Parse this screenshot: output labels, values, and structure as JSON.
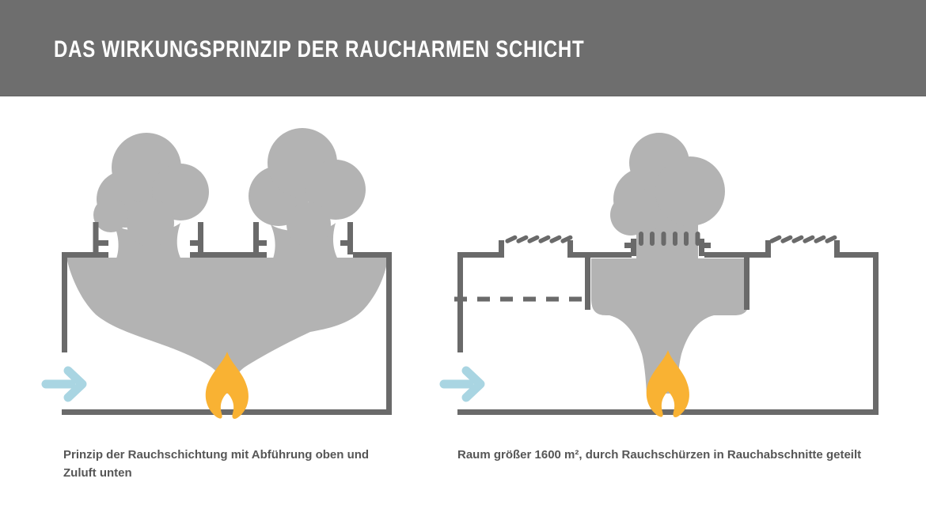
{
  "header": {
    "title": "DAS WIRKUNGSPRINZIP DER RAUCHARMEN SCHICHT",
    "background_color": "#6e6e6e",
    "title_color": "#ffffff"
  },
  "colors": {
    "outline": "#6a6a6a",
    "smoke": "#b3b3b3",
    "flame": "#f9b233",
    "arrow": "#a9d5e2",
    "caption": "#565656"
  },
  "diagrams": {
    "left": {
      "caption": "Prinzip der Rauchschichtung mit Abführung oben und Zuluft unten",
      "icons": [
        "smoke-plume-icon",
        "smoke-layer-icon",
        "open-roof-vent-icon",
        "fire-icon",
        "supply-air-arrow-icon"
      ]
    },
    "right": {
      "caption": "Raum größer 1600 m², durch Rauchschürzen in Rauchabschnitte geteilt",
      "icons": [
        "smoke-plume-icon",
        "smoke-section-icon",
        "smoke-curtain-icon",
        "closed-roof-vent-icon",
        "open-center-vent-icon",
        "smoke-layer-boundary-icon",
        "fire-icon",
        "supply-air-arrow-icon"
      ]
    }
  }
}
